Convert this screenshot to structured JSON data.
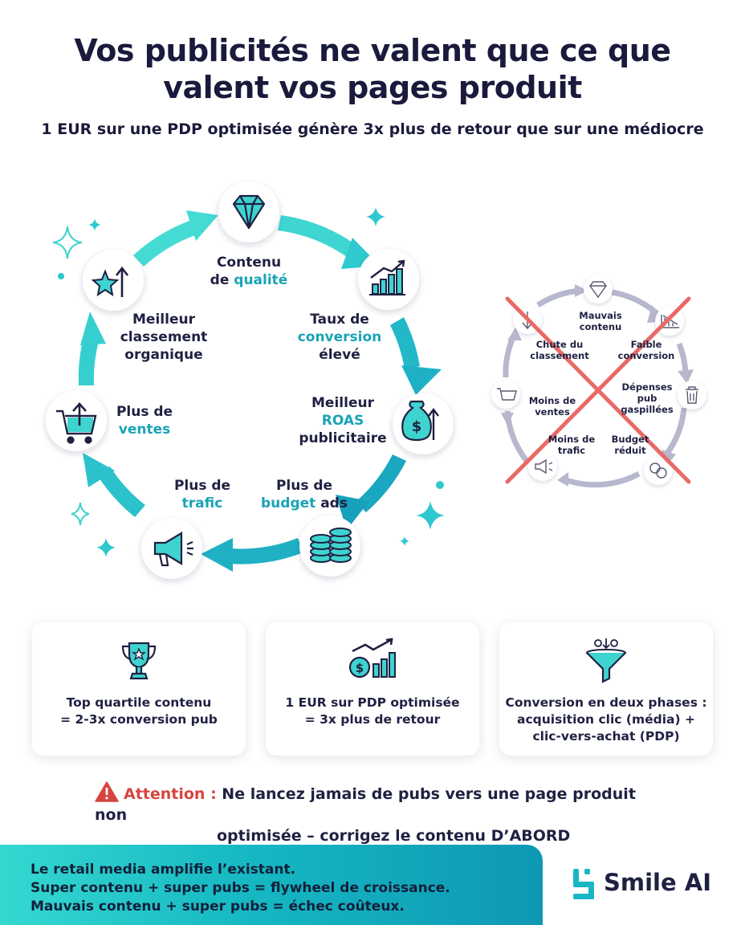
{
  "header": {
    "title_line1": "Vos publicités ne valent que ce que",
    "title_line2": "valent vos pages produit",
    "subtitle": "1 EUR sur une PDP optimisée génère 3x plus de retour que sur une médiocre"
  },
  "flywheel": {
    "nodes": [
      {
        "icon": "diamond-icon",
        "line1": "Contenu",
        "line2_pre": "de ",
        "line2_accent": "qualité"
      },
      {
        "icon": "growth-chart-icon",
        "line1": "Taux de",
        "line2_accent": "conversion",
        "line3": "élevé"
      },
      {
        "icon": "money-bag-icon",
        "line1": "Meilleur",
        "line2_accent": "ROAS",
        "line3": "publicitaire"
      },
      {
        "icon": "coin-stack-icon",
        "line1": "Plus de",
        "line2_accent": "budget",
        "line2_post": " ads"
      },
      {
        "icon": "megaphone-icon",
        "line1": "Plus de",
        "line2_accent": "trafic"
      },
      {
        "icon": "cart-icon",
        "line1": "Plus de",
        "line2_accent": "ventes"
      },
      {
        "icon": "star-rank-icon",
        "line1": "Meilleur",
        "line2": "classement",
        "line3": "organique"
      }
    ],
    "accent_color": "#1aa3b8"
  },
  "bad_cycle": {
    "labels": [
      {
        "line1": "Mauvais",
        "line2": "contenu"
      },
      {
        "line1": "Faible",
        "line2": "conversion"
      },
      {
        "line1": "Dépenses",
        "line2": "pub",
        "line3": "gaspillées"
      },
      {
        "line1": "Budget",
        "line2": "réduit"
      },
      {
        "line1": "Moins de",
        "line2": "trafic"
      },
      {
        "line1": "Moins de",
        "line2": "ventes"
      },
      {
        "line1": "Chute du",
        "line2": "classement"
      }
    ],
    "cross_color": "#e86a66"
  },
  "cards": [
    {
      "icon": "trophy-icon",
      "line1": "Top quartile contenu",
      "line2": "= 2-3x conversion pub"
    },
    {
      "icon": "roi-chart-icon",
      "line1": "1 EUR sur PDP optimisée",
      "line2": "= 3x plus de retour"
    },
    {
      "icon": "funnel-icon",
      "line1": "Conversion en deux phases :",
      "line2": "acquisition clic (média) +",
      "line3": "clic-vers-achat (PDP)"
    }
  ],
  "warning": {
    "label": "Attention :",
    "text_line1": " Ne lancez jamais de pubs vers une page produit non",
    "text_line2": "optimisée – corrigez le contenu D’ABORD"
  },
  "banner": {
    "line1": "Le retail media amplifie l’existant.",
    "line2": "Super contenu + super pubs = flywheel de croissance.",
    "line3": "Mauvais contenu + super pubs = échec coûteux."
  },
  "brand": {
    "name": "Smile AI",
    "color": "#1ab6c6"
  }
}
